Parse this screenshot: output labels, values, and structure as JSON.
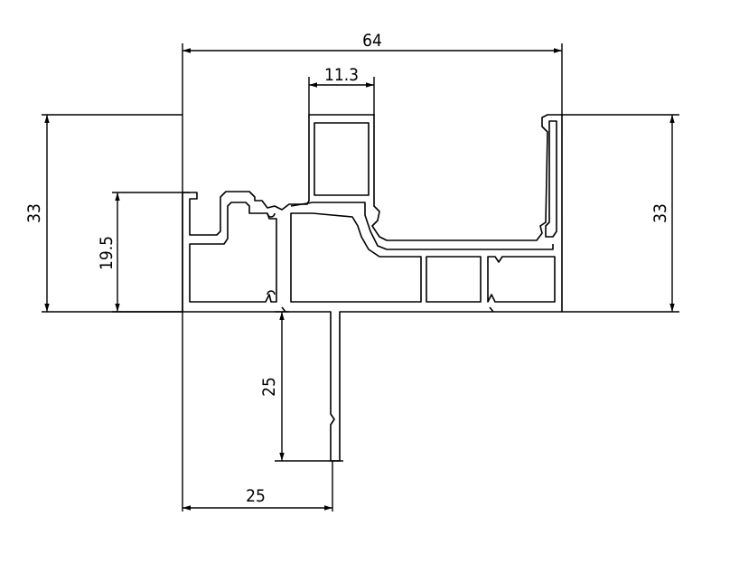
{
  "dimensions": {
    "overall_width": "64",
    "channel_width": "11.3",
    "left_height": "33",
    "right_height": "33",
    "step_height": "19.5",
    "stem_length": "25",
    "stem_offset": "25"
  },
  "colors": {
    "line": "#000000",
    "background": "#ffffff"
  }
}
